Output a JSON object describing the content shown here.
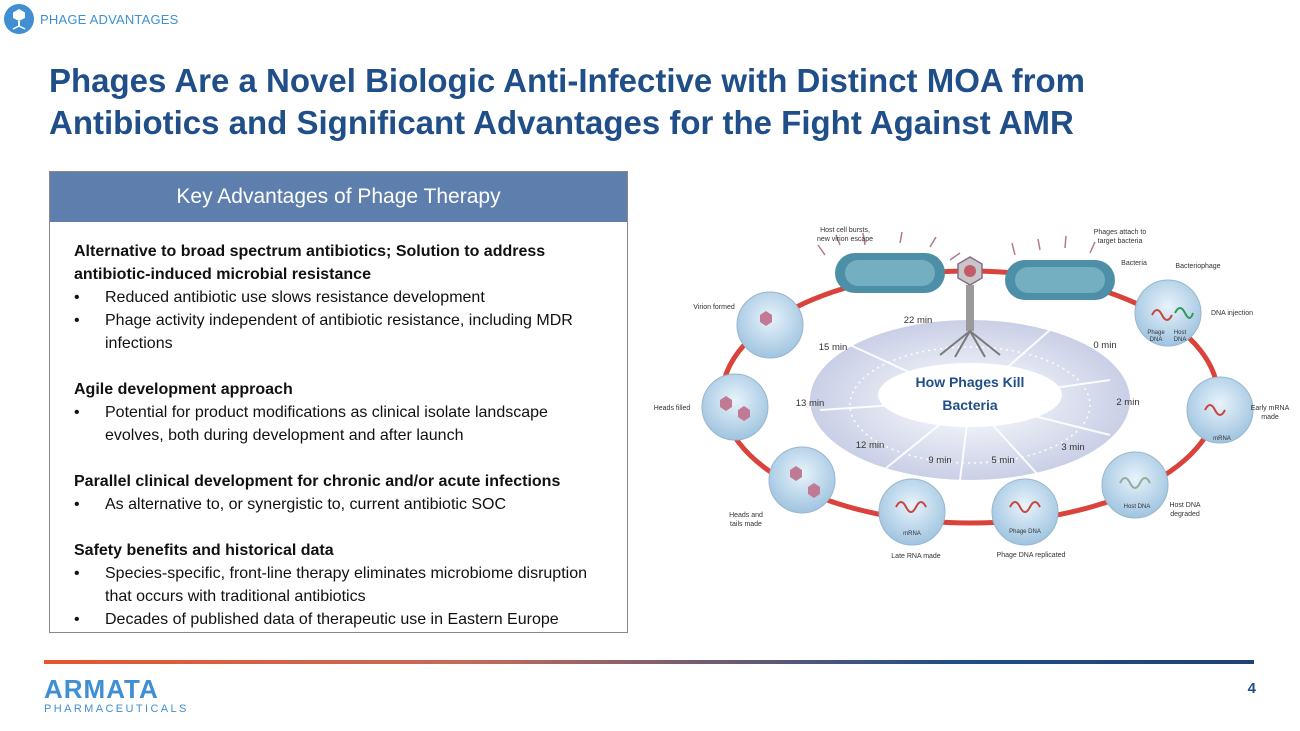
{
  "header": {
    "section_label": "PHAGE ADVANTAGES"
  },
  "title": {
    "line1": "Phages Are a Novel Biologic Anti-Infective with Distinct MOA from",
    "line2": "Antibiotics and Significant Advantages for the Fight Against AMR"
  },
  "panel": {
    "heading": "Key Advantages of Phage Therapy",
    "sections": [
      {
        "heading": "Alternative to broad spectrum antibiotics; Solution to address antibiotic-induced microbial resistance",
        "bullets": [
          "Reduced antibiotic use slows resistance development",
          "Phage activity independent of antibiotic resistance, including MDR infections"
        ]
      },
      {
        "heading": "Agile development approach",
        "bullets": [
          "Potential for product modifications as clinical isolate landscape evolves, both during development and after launch"
        ]
      },
      {
        "heading": "Parallel clinical development for chronic and/or acute infections",
        "bullets": [
          "As alternative to, or synergistic to, current antibiotic SOC"
        ]
      },
      {
        "heading": "Safety benefits and historical data",
        "bullets": [
          "Species-specific, front-line therapy eliminates microbiome disruption that occurs with traditional antibiotics",
          "Decades of published data of therapeutic use in Eastern Europe"
        ]
      }
    ]
  },
  "diagram": {
    "center_line1": "How Phages Kill",
    "center_line2": "Bacteria",
    "times": {
      "t0": "0 min",
      "t2": "2 min",
      "t3": "3 min",
      "t5": "5 min",
      "t9": "9 min",
      "t12": "12 min",
      "t13": "13 min",
      "t15": "15 min",
      "t22": "22 min"
    },
    "stages": {
      "attach_1": "Phages attach to",
      "attach_2": "target bacteria",
      "burst_1": "Host cell bursts,",
      "burst_2": "new virion escape",
      "bacteria": "Bacteria",
      "bacteriophage": "Bacteriophage",
      "dna_injection": "DNA injection",
      "early_mrna_1": "Early mRNA",
      "early_mrna_2": "made",
      "host_dna_degraded_1": "Host DNA",
      "host_dna_degraded_2": "degraded",
      "phage_dna_replicated": "Phage DNA replicated",
      "late_rna": "Late RNA made",
      "heads_tails_1": "Heads and",
      "heads_tails_2": "tails made",
      "heads_filled": "Heads filled",
      "virion_formed": "Virion formed"
    },
    "inner": {
      "phage": "Phage",
      "dna": "DNA",
      "host": "Host",
      "mrna": "mRNA",
      "host_dna": "Host DNA",
      "phage_dna": "Phage DNA"
    },
    "colors": {
      "ring": "#d9433b",
      "bacteria": "#4d8fa6",
      "center_text": "#1f4e88",
      "circle_fill": "#bcd8ec"
    }
  },
  "footer": {
    "brand_name": "ARMATA",
    "brand_sub": "PHARMACEUTICALS",
    "page_number": "4"
  }
}
